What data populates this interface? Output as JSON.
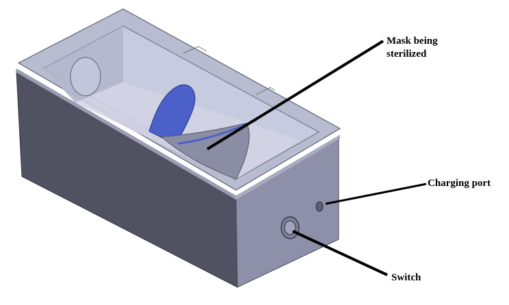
{
  "labels": {
    "mask_line1": "Mask being",
    "mask_line2": "sterilized",
    "charging_port": "Charging port",
    "switch": "Switch"
  },
  "colors": {
    "body_front": "#4f5160",
    "body_side": "#8c8fa6",
    "rim": "#b7bbd0",
    "lid_glass": "#c9cde0",
    "mask": "#4a5fc7",
    "leader": "#000000"
  }
}
